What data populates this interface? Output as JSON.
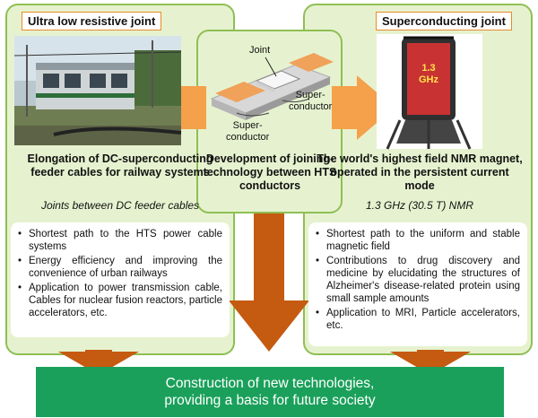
{
  "left": {
    "title": "Ultra low resistive joint",
    "heading": "Elongation of DC-superconducting feeder cables for railway systems",
    "subtitle": "Joints between DC feeder cables",
    "bullets": [
      "Shortest path to the HTS power cable systems",
      "Energy efficiency and improving the convenience of urban railways",
      "Application to power transmission cable, Cables for nuclear fusion reactors, particle accelerators, etc."
    ]
  },
  "center": {
    "label_joint": "Joint",
    "label_sc_right": "Super-\nconductor",
    "label_sc_left": "Super-\nconductor",
    "heading": "Development of joining-technology between HTS conductors"
  },
  "right": {
    "title": "Superconducting joint",
    "magnet_label": "1.3\nGHz",
    "heading": "The world's highest field NMR magnet, operated in the persistent current mode",
    "subtitle": "1.3 GHz (30.5 T) NMR",
    "bullets": [
      "Shortest path to the uniform and stable magnetic field",
      "Contributions to drug discovery and medicine by elucidating the structures of Alzheimer's disease-related protein using small sample amounts",
      "Application to MRI, Particle accelerators, etc."
    ]
  },
  "banner": {
    "line1": "Construction of new technologies,",
    "line2": "providing a basis for future society"
  },
  "colors": {
    "panel": "#e6f2cf",
    "border": "#8fbf55",
    "arrow_light": "#f5a04a",
    "arrow_dark": "#c55a11",
    "banner": "#1aa05a"
  }
}
